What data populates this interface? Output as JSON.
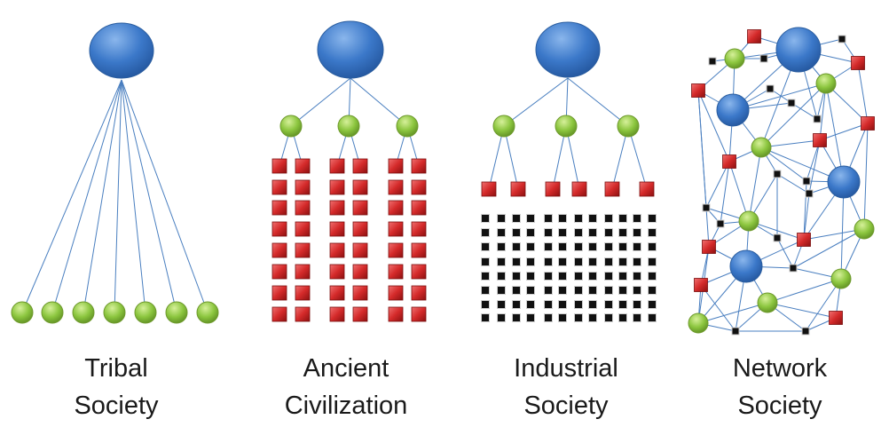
{
  "panels": [
    {
      "id": "tribal",
      "caption_line1": "Tribal",
      "caption_line2": "Society"
    },
    {
      "id": "ancient",
      "caption_line1": "Ancient",
      "caption_line2": "Civilization"
    },
    {
      "id": "industrial",
      "caption_line1": "Industrial",
      "caption_line2": "Society"
    },
    {
      "id": "network",
      "caption_line1": "Network",
      "caption_line2": "Society"
    }
  ],
  "colors": {
    "blue_node": "#3b78c9",
    "green_node": "#8cc63f",
    "red_node": "#d42a2a",
    "black_node": "#111111",
    "edge": "#4a7fc0"
  }
}
